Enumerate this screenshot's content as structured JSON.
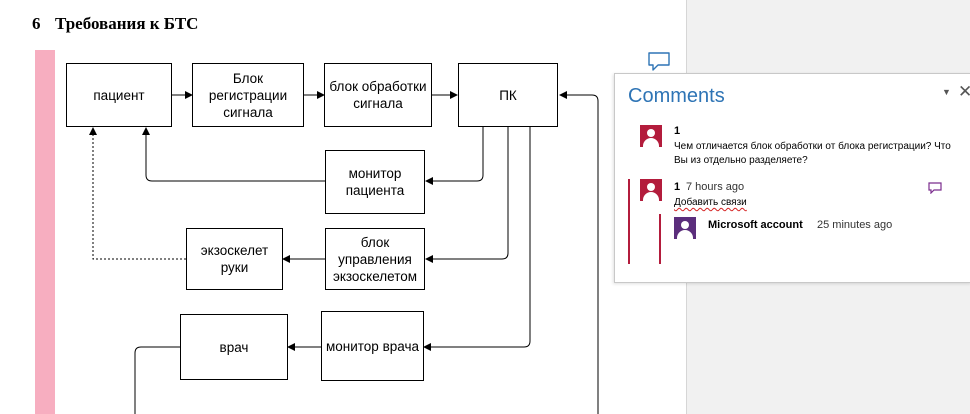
{
  "heading": {
    "number": "6",
    "title": "Требования к БТС"
  },
  "diagram": {
    "boxes": {
      "patient": "пациент",
      "registration": "Блок\nрегистрации\nсигнала",
      "processing": "блок обработки\nсигнала",
      "pc": "ПК",
      "patient_monitor": "монитор\nпациента",
      "exoskeleton": "экзоскелет\nруки",
      "exo_control": "блок\nуправления\nэкзоскелетом",
      "doctor": "врач",
      "doctor_monitor": "монитор врача"
    }
  },
  "comments": {
    "title": "Comments",
    "thread": [
      {
        "author": "1",
        "time": "",
        "text": "Чем отличается блок обработки от блока регистрации? Что Вы из отдельно разделяете?"
      },
      {
        "author": "1",
        "time": "7 hours ago",
        "text": "Добавить связи"
      },
      {
        "author": "Microsoft account",
        "time": "25 minutes ago",
        "text": ""
      }
    ]
  },
  "colors": {
    "accent": "#2e74b5",
    "avatar_red": "#b31c3c",
    "avatar_purple": "#5b2e7c",
    "margin_pink": "#f7aec0"
  }
}
